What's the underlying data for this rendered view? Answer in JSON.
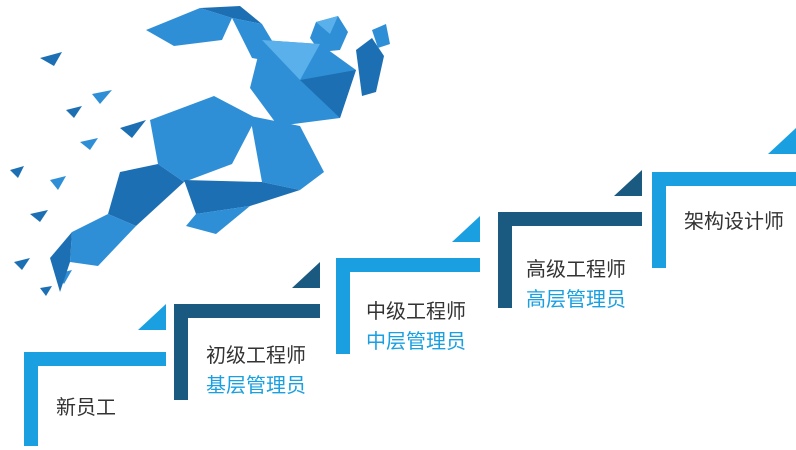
{
  "steps": [
    {
      "title": "新员工",
      "subtitle": ""
    },
    {
      "title": "初级工程师",
      "subtitle": "基层管理员"
    },
    {
      "title": "中级工程师",
      "subtitle": "中层管理员"
    },
    {
      "title": "高级工程师",
      "subtitle": "高层管理员"
    },
    {
      "title": "架构设计师",
      "subtitle": ""
    }
  ],
  "colors": {
    "light_blue": "#1a9fe0",
    "dark_blue": "#1b5a80",
    "runner_blue": "#2f8fd6",
    "runner_dark": "#1d6fb3",
    "text_dark": "#333333",
    "text_accent": "#1a9fe0"
  },
  "icons": {
    "runner": "low-poly-running-man-icon"
  }
}
